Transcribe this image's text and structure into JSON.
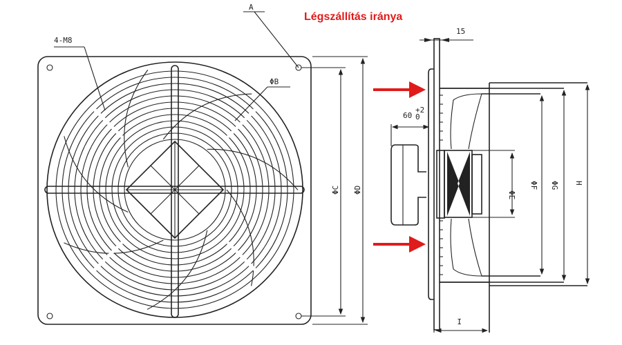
{
  "title": "Légszállítás iránya",
  "labels": {
    "a": "A",
    "bolts": "4-M8",
    "b": "ΦB",
    "c": "ΦC",
    "d": "ΦD",
    "flange": "15",
    "depth": "60",
    "depth_tol_upper": "+2",
    "depth_tol_lower": "0",
    "e": "ΦE",
    "f": "ΦF",
    "g": "ΦG",
    "h": "H",
    "i": "I"
  },
  "colors": {
    "arrow": "#e01b1b",
    "line": "#222222"
  }
}
